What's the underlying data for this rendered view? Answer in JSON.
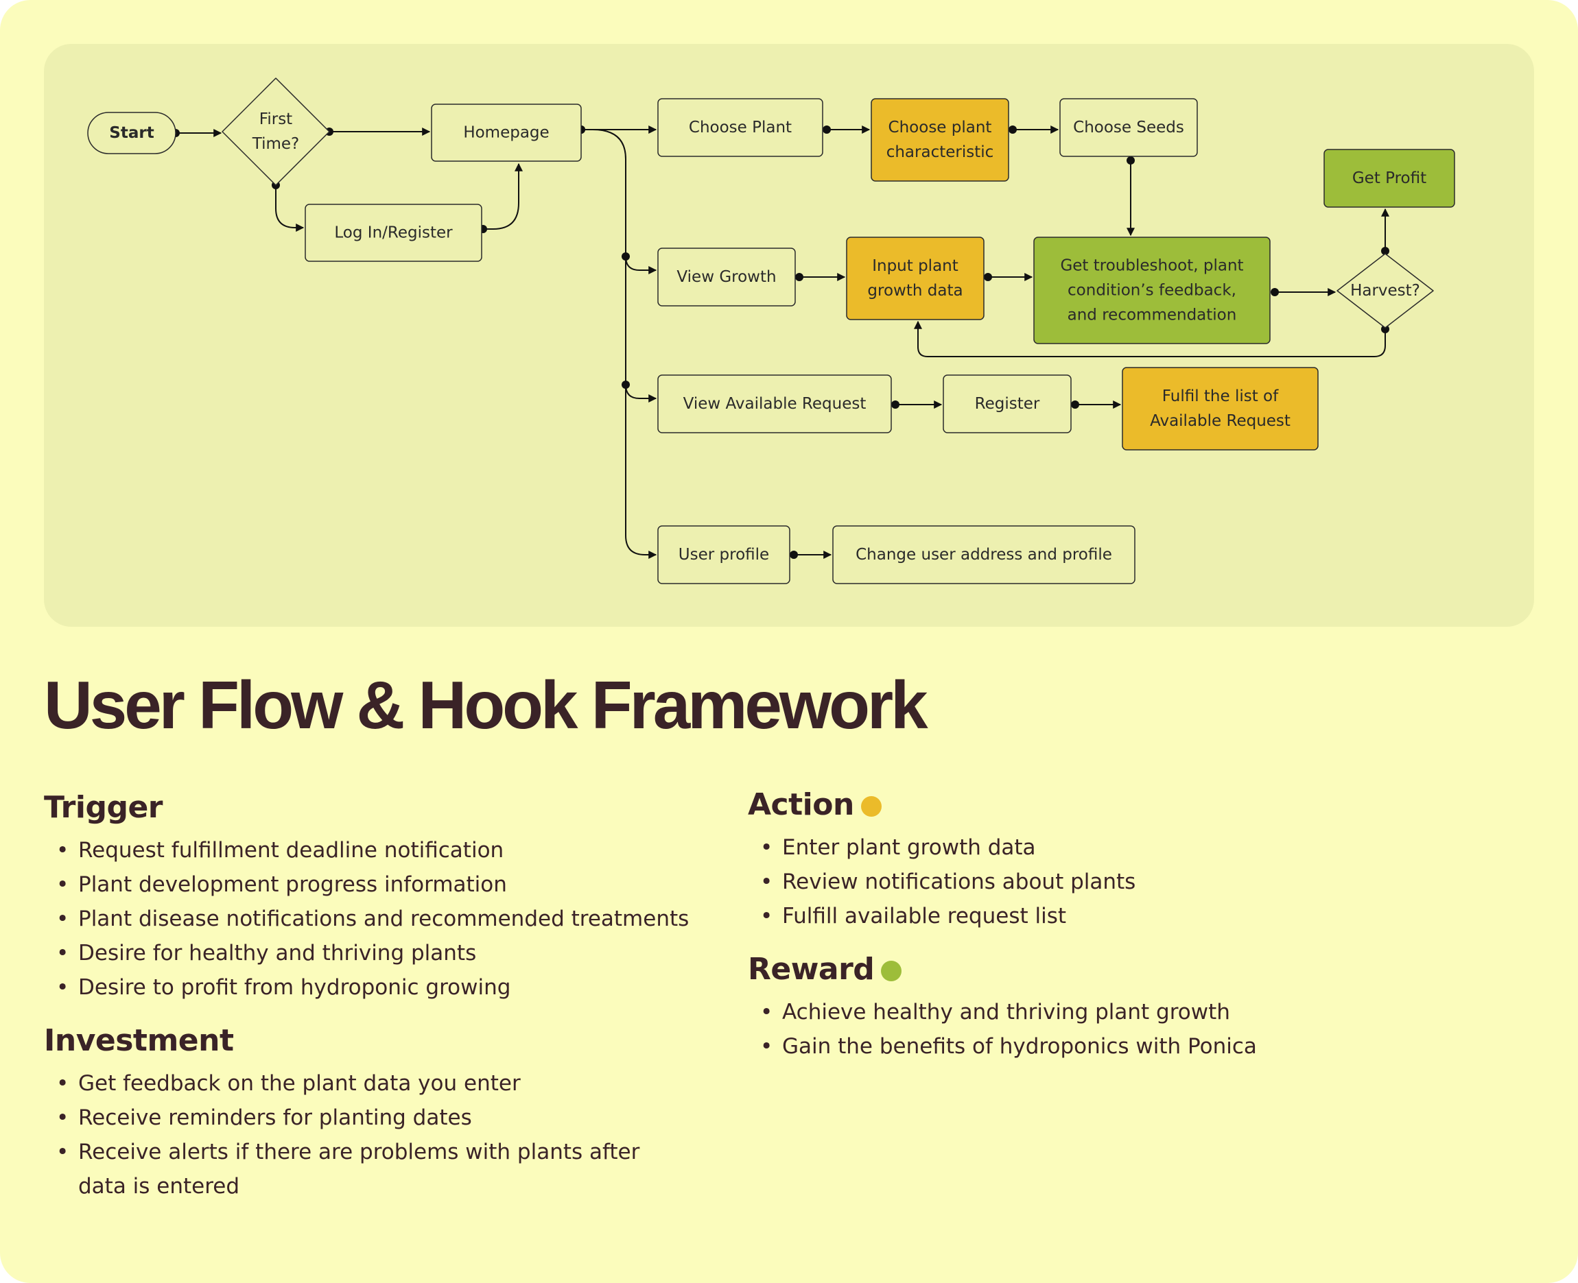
{
  "colors": {
    "page_bg": "#fbfcbc",
    "panel_bg": "#edf0b0",
    "node_fill": "#edf0b0",
    "action_accent": "#ebbb2a",
    "reward_accent": "#9dbd3a",
    "title_color": "#3a2327"
  },
  "flow": {
    "nodes": [
      {
        "id": "start",
        "shape": "terminal",
        "lines": [
          "Start"
        ]
      },
      {
        "id": "first-time",
        "shape": "decision",
        "lines": [
          "First",
          "Time?"
        ]
      },
      {
        "id": "homepage",
        "shape": "process",
        "lines": [
          "Homepage"
        ]
      },
      {
        "id": "login",
        "shape": "process",
        "lines": [
          "Log In/Register"
        ]
      },
      {
        "id": "choose-plant",
        "shape": "process",
        "lines": [
          "Choose Plant"
        ]
      },
      {
        "id": "choose-characteristic",
        "shape": "process",
        "tone": "action",
        "lines": [
          "Choose plant",
          "characteristic"
        ]
      },
      {
        "id": "choose-seeds",
        "shape": "process",
        "lines": [
          "Choose Seeds"
        ]
      },
      {
        "id": "get-profit",
        "shape": "process",
        "tone": "reward",
        "lines": [
          "Get Profit"
        ]
      },
      {
        "id": "view-growth",
        "shape": "process",
        "lines": [
          "View Growth"
        ]
      },
      {
        "id": "input-growth",
        "shape": "process",
        "tone": "action",
        "lines": [
          "Input plant",
          "growth data"
        ]
      },
      {
        "id": "troubleshoot",
        "shape": "process",
        "tone": "reward",
        "lines": [
          "Get troubleshoot, plant",
          "condition’s feedback,",
          "and recommendation"
        ]
      },
      {
        "id": "harvest",
        "shape": "decision",
        "lines": [
          "Harvest?"
        ]
      },
      {
        "id": "view-request",
        "shape": "process",
        "lines": [
          "View Available Request"
        ]
      },
      {
        "id": "register",
        "shape": "process",
        "lines": [
          "Register"
        ]
      },
      {
        "id": "fulfil",
        "shape": "process",
        "tone": "action",
        "lines": [
          "Fulfil the list of",
          "Available Request"
        ]
      },
      {
        "id": "user-profile",
        "shape": "process",
        "lines": [
          "User profile"
        ]
      },
      {
        "id": "change-profile",
        "shape": "process",
        "lines": [
          "Change user address and profile"
        ]
      }
    ],
    "edges": [
      [
        "start",
        "first-time"
      ],
      [
        "first-time",
        "homepage"
      ],
      [
        "first-time",
        "login"
      ],
      [
        "login",
        "homepage"
      ],
      [
        "homepage",
        "choose-plant"
      ],
      [
        "homepage",
        "view-growth"
      ],
      [
        "homepage",
        "view-request"
      ],
      [
        "homepage",
        "user-profile"
      ],
      [
        "choose-plant",
        "choose-characteristic"
      ],
      [
        "choose-characteristic",
        "choose-seeds"
      ],
      [
        "choose-seeds",
        "troubleshoot"
      ],
      [
        "view-growth",
        "input-growth"
      ],
      [
        "input-growth",
        "troubleshoot"
      ],
      [
        "troubleshoot",
        "harvest"
      ],
      [
        "harvest",
        "get-profit"
      ],
      [
        "harvest",
        "input-growth"
      ],
      [
        "view-request",
        "register"
      ],
      [
        "register",
        "fulfil"
      ],
      [
        "user-profile",
        "change-profile"
      ]
    ]
  },
  "title": "User Flow & Hook Framework",
  "trigger": {
    "heading": "Trigger",
    "items": [
      "Request fulfillment deadline notification",
      "Plant development progress information",
      "Plant disease notifications and recommended treatments",
      "Desire for healthy and thriving plants",
      "Desire to profit from hydroponic growing"
    ]
  },
  "investment": {
    "heading": "Investment",
    "items": [
      "Get feedback on the plant data you enter",
      "Receive reminders for planting dates",
      "Receive alerts if there are problems with plants after data is entered"
    ]
  },
  "action": {
    "heading": "Action",
    "items": [
      "Enter plant growth data",
      "Review notifications about plants",
      "Fulfill available request list"
    ]
  },
  "reward": {
    "heading": "Reward",
    "items": [
      "Achieve healthy and thriving plant growth",
      "Gain the benefits of hydroponics with Ponica"
    ]
  }
}
